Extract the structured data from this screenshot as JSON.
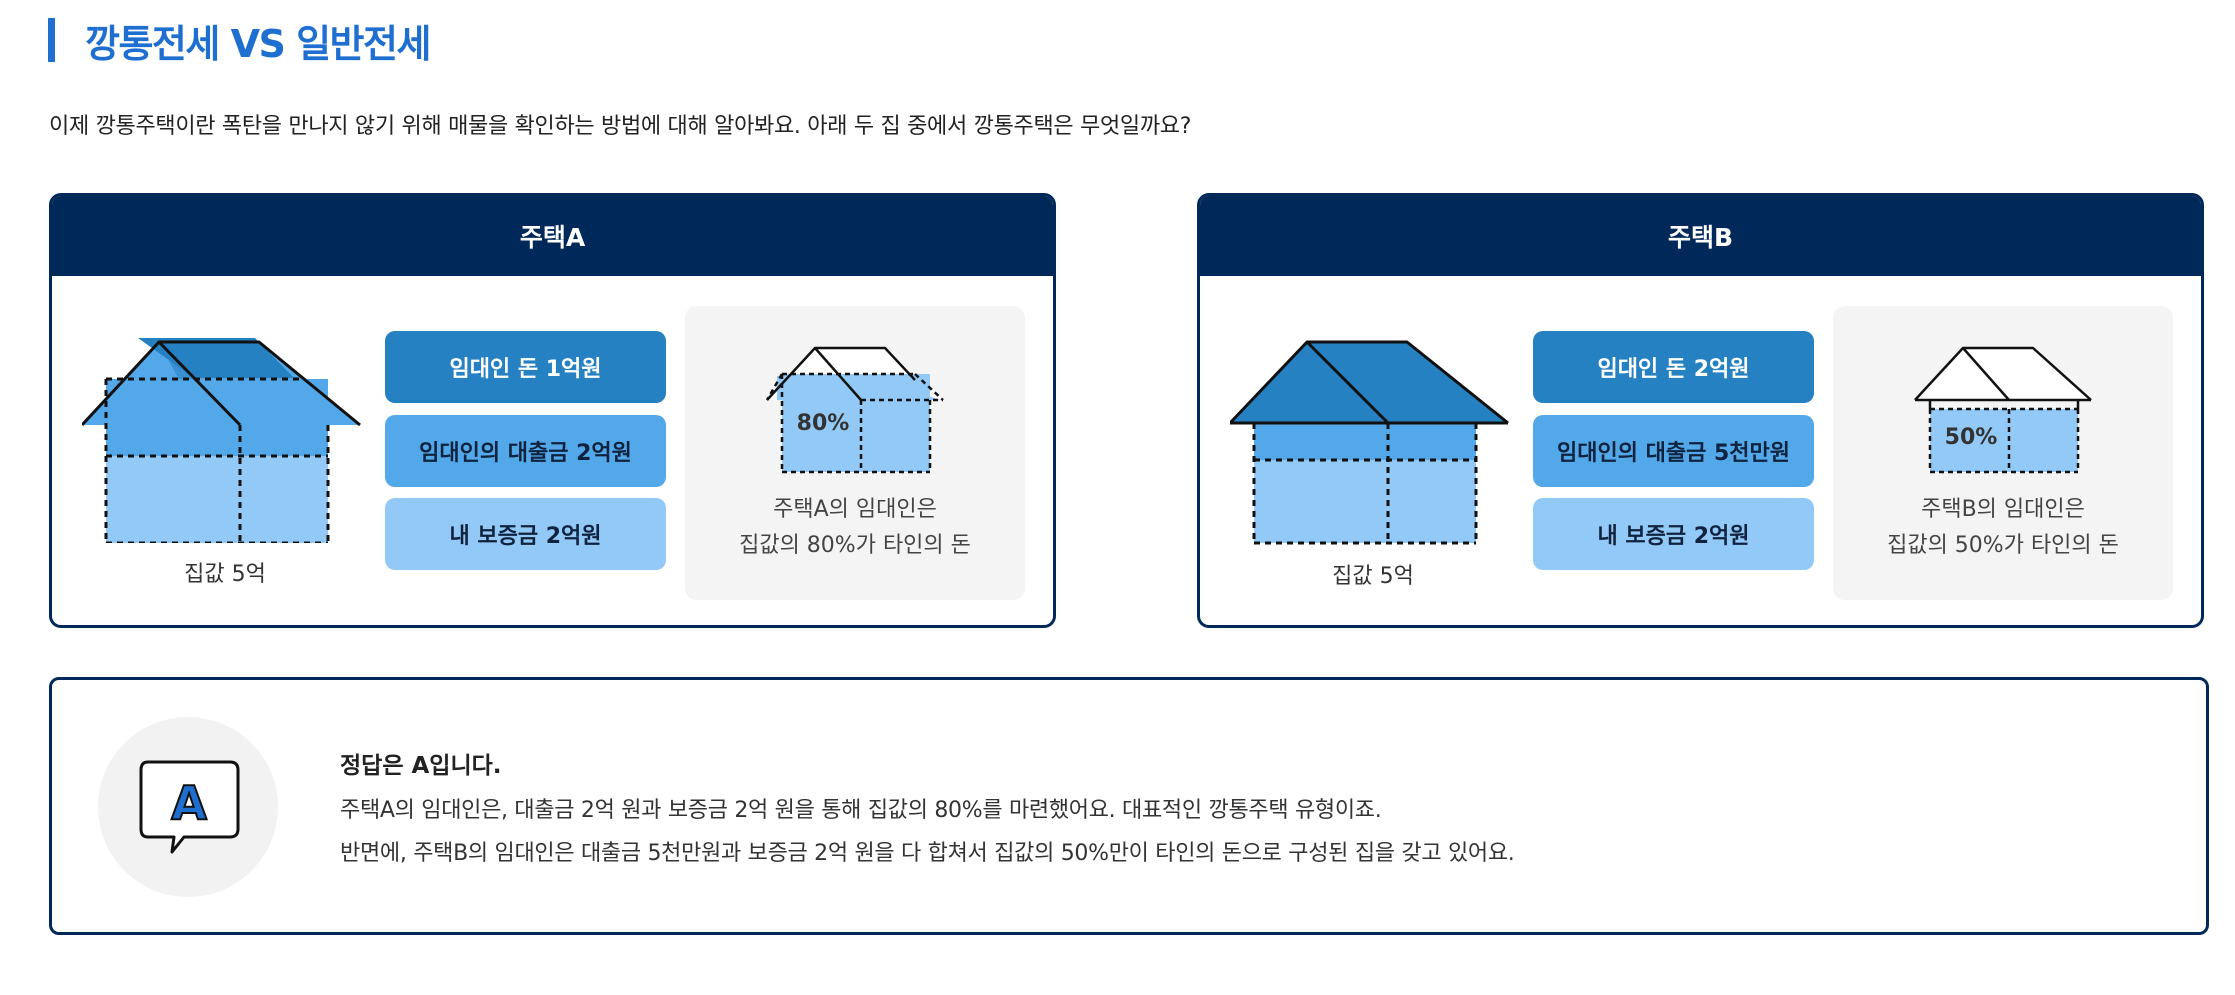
{
  "heading": {
    "title": "깡통전세 VS 일반전세"
  },
  "intro": "이제 깡통주택이란 폭탄을 만나지 않기 위해 매물을 확인하는 방법에 대해 알아봐요. 아래 두 집 중에서 깡통주택은 무엇일까요?",
  "cards": [
    {
      "title": "주택A",
      "house_price": "집값 5억",
      "landlord_money": "임대인 돈 1억원",
      "landlord_loan": "임대인의 대출금 2억원",
      "my_deposit": "내 보증금 2억원",
      "ratio": "80%",
      "ratio_value": 0.8,
      "summary_line1": "주택A의 임대인은",
      "summary_line2": "집값의 80%가 타인의 돈"
    },
    {
      "title": "주택B",
      "house_price": "집값 5억",
      "landlord_money": "임대인 돈 2억원",
      "landlord_loan": "임대인의 대출금 5천만원",
      "my_deposit": "내 보증금 2억원",
      "ratio": "50%",
      "ratio_value": 0.5,
      "summary_line1": "주택B의 임대인은",
      "summary_line2": "집값의 50%가 타인의 돈"
    }
  ],
  "answer": {
    "icon_letter": "A",
    "title": "정답은 A입니다.",
    "line1": "주택A의 임대인은, 대출금 2억 원과 보증금 2억 원을 통해 집값의 80%를 마련했어요. 대표적인 깡통주택 유형이죠.",
    "line2": "반면에, 주택B의 임대인은 대출금 5천만원과 보증금 2억 원을 다 합쳐서 집값의 50%만이 타인의 돈으로 구성된 집을 갖고 있어요."
  },
  "colors": {
    "accent": "#1f6fd1",
    "navy": "#00295a",
    "blue_dark": "#2681c3",
    "blue_mid": "#53a8ea",
    "blue_light": "#93c9f7"
  }
}
